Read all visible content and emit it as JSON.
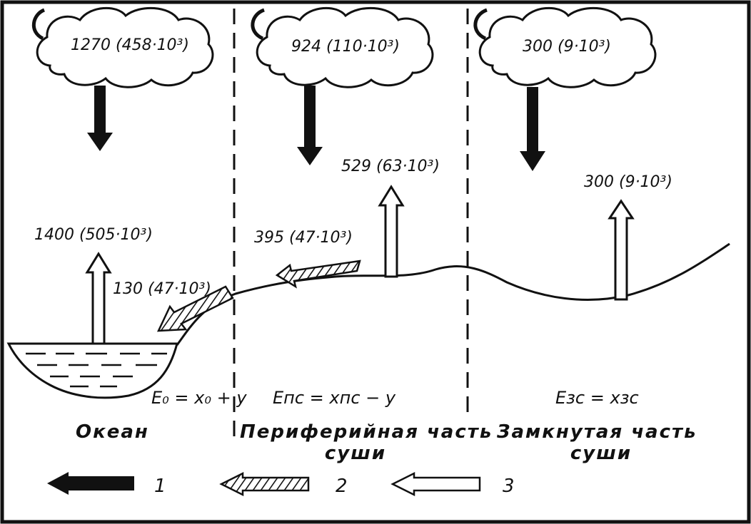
{
  "clouds": [
    {
      "id": "ocean",
      "label": "1270 (458·10³)"
    },
    {
      "id": "peripheral",
      "label": "924 (110·10³)"
    },
    {
      "id": "closed",
      "label": "300 (9·10³)"
    }
  ],
  "evaporation": {
    "ocean": "1400 (505·10³)",
    "peripheral": "529 (63·10³)",
    "closed": "300 (9·10³)"
  },
  "runoff": {
    "to_ocean": "130 (47·10³)",
    "peripheral": "395 (47·10³)"
  },
  "equations": {
    "ocean": "E₀ = x₀ + y",
    "peripheral": "Eпс = xпс − y",
    "closed": "Eзс = xзс"
  },
  "regions": {
    "ocean": "Океан",
    "peripheral_line1": "Периферийная часть",
    "peripheral_line2": "суши",
    "closed_line1": "Замкнутая часть",
    "closed_line2": "суши"
  },
  "legend": [
    {
      "number": "1",
      "style": "solid"
    },
    {
      "number": "2",
      "style": "hatched"
    },
    {
      "number": "3",
      "style": "hollow"
    }
  ]
}
